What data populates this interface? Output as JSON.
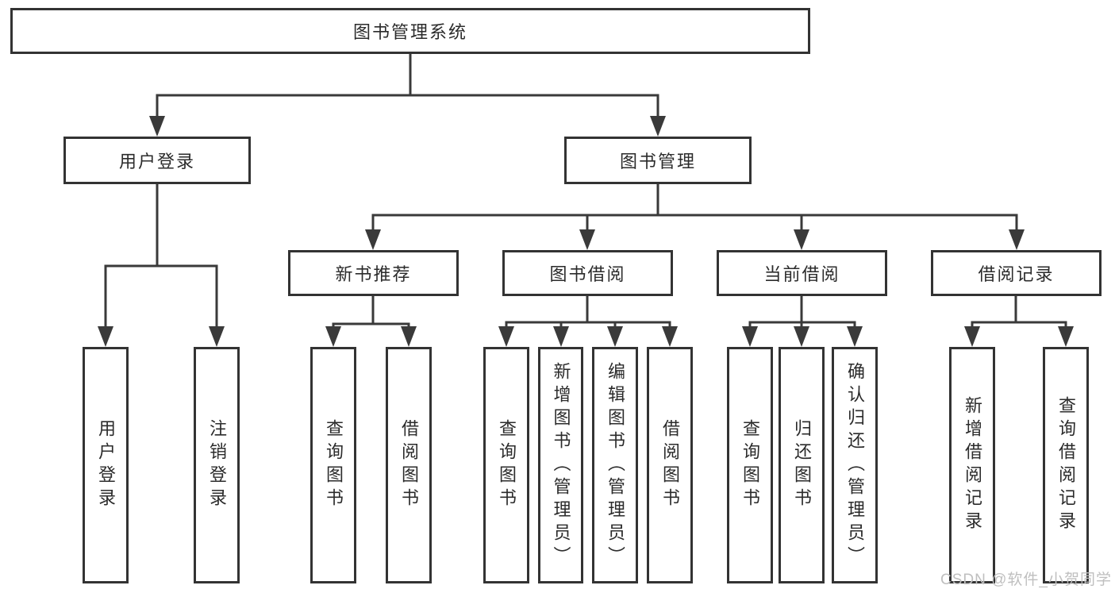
{
  "diagram": {
    "root": {
      "label": "图书管理系统"
    },
    "level2": {
      "user_login": {
        "label": "用户登录"
      },
      "book_management": {
        "label": "图书管理"
      }
    },
    "level3": {
      "new_book_recommend": {
        "label": "新书推荐"
      },
      "book_borrowing": {
        "label": "图书借阅"
      },
      "current_borrowing": {
        "label": "当前借阅"
      },
      "borrowing_records": {
        "label": "借阅记录"
      }
    },
    "leaves": {
      "user_login_children": [
        "用户登录",
        "注销登录"
      ],
      "new_book_recommend_children": [
        "查询图书",
        "借阅图书"
      ],
      "book_borrowing_children": [
        "查询图书",
        "新增图书（管理员）",
        "编辑图书（管理员）",
        "借阅图书"
      ],
      "current_borrowing_children": [
        "查询图书",
        "归还图书",
        "确认归还（管理员）"
      ],
      "borrowing_records_children": [
        "新增借阅记录",
        "查询借阅记录"
      ]
    }
  },
  "watermark": {
    "text": "CSDN @软件_小贺同学"
  },
  "colors": {
    "line": "#3a3a3a",
    "border": "#333333",
    "text": "#2b2b2b",
    "watermark": "#bfbfbf",
    "background": "#ffffff"
  }
}
